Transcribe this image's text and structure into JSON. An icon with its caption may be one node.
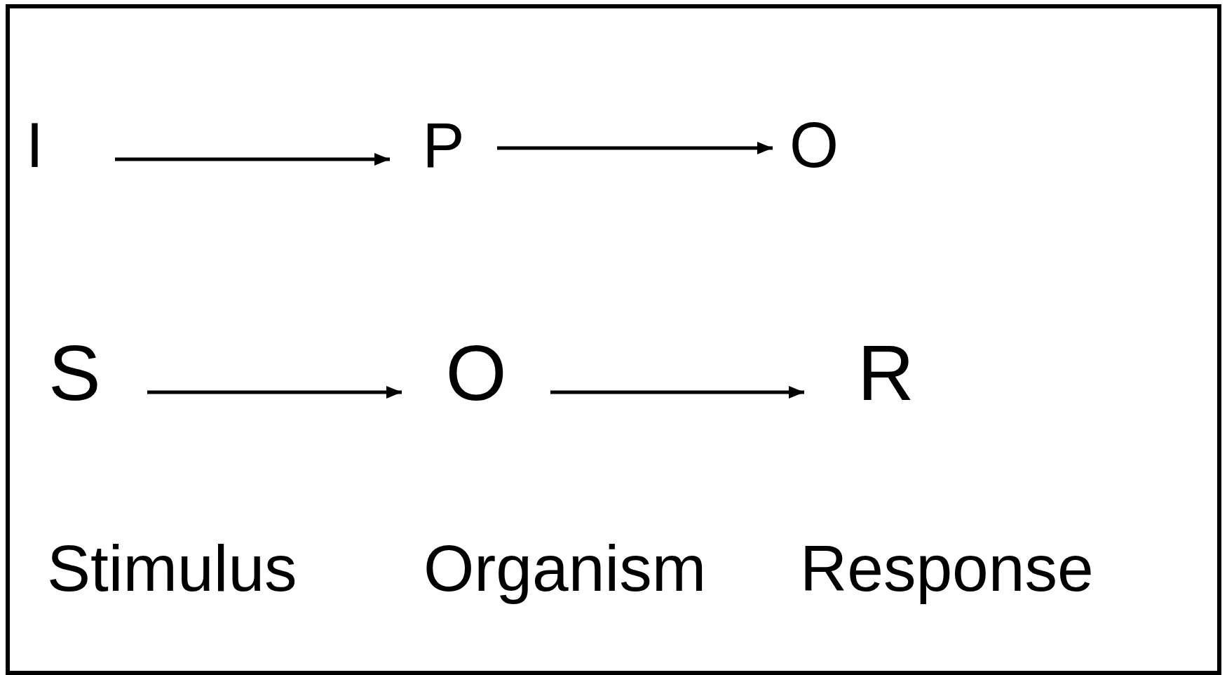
{
  "diagram": {
    "nodes": [
      {
        "text": [
          "I"
        ]
      },
      {
        "text": [
          "P"
        ]
      },
      {
        "text": [
          "O"
        ]
      },
      {
        "text": [
          "S"
        ]
      },
      {
        "text": [
          "O"
        ]
      },
      {
        "text": [
          "R"
        ]
      }
    ],
    "edges": [
      {
        "from": 0,
        "to": 1,
        "arrow": "to"
      },
      {
        "from": 1,
        "to": 2,
        "arrow": "to"
      },
      {
        "from": 3,
        "to": 4,
        "arrow": "to"
      },
      {
        "from": 4,
        "to": 5,
        "arrow": "to"
      }
    ],
    "labels": [
      "Stimulus",
      "Organism",
      "Response"
    ]
  }
}
